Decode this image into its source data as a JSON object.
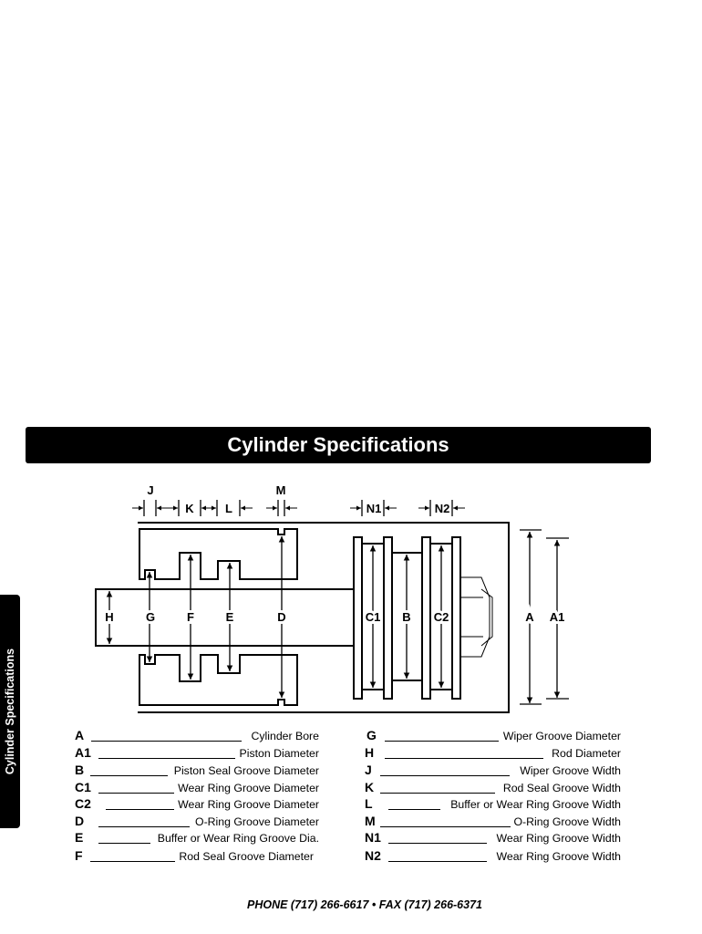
{
  "title": "Cylinder Specifications",
  "side_tab": "Cylinder Specifications",
  "diagram_labels": {
    "J": "J",
    "K": "K",
    "L": "L",
    "M": "M",
    "N1": "N1",
    "N2": "N2",
    "H": "H",
    "G": "G",
    "F": "F",
    "E": "E",
    "D": "D",
    "C1": "C1",
    "B": "B",
    "C2": "C2",
    "A": "A",
    "A1": "A1"
  },
  "specs_left": [
    {
      "letter": "A",
      "label": "Cylinder Bore"
    },
    {
      "letter": "A1",
      "label": "Piston Diameter"
    },
    {
      "letter": "B",
      "label": "Piston Seal Groove Diameter"
    },
    {
      "letter": "C1",
      "label": "Wear Ring Groove Diameter"
    },
    {
      "letter": "C2",
      "label": "Wear Ring Groove Diameter"
    },
    {
      "letter": "D",
      "label": "O-Ring Groove Diameter"
    },
    {
      "letter": "E",
      "label": "Buffer or Wear Ring Groove Dia."
    },
    {
      "letter": "F",
      "label": "Rod Seal Groove Diameter"
    }
  ],
  "specs_right": [
    {
      "letter": "G",
      "label": "Wiper Groove Diameter"
    },
    {
      "letter": "H",
      "label": "Rod Diameter"
    },
    {
      "letter": "J",
      "label": "Wiper Groove Width"
    },
    {
      "letter": "K",
      "label": "Rod Seal Groove Width"
    },
    {
      "letter": "L",
      "label": "Buffer or Wear Ring Groove Width"
    },
    {
      "letter": "M",
      "label": "O-Ring Groove Width"
    },
    {
      "letter": "N1",
      "label": "Wear Ring Groove Width"
    },
    {
      "letter": "N2",
      "label": "Wear Ring Groove Width"
    }
  ],
  "footer": "PHONE  (717) 266-6617 • FAX (717) 266-6371"
}
